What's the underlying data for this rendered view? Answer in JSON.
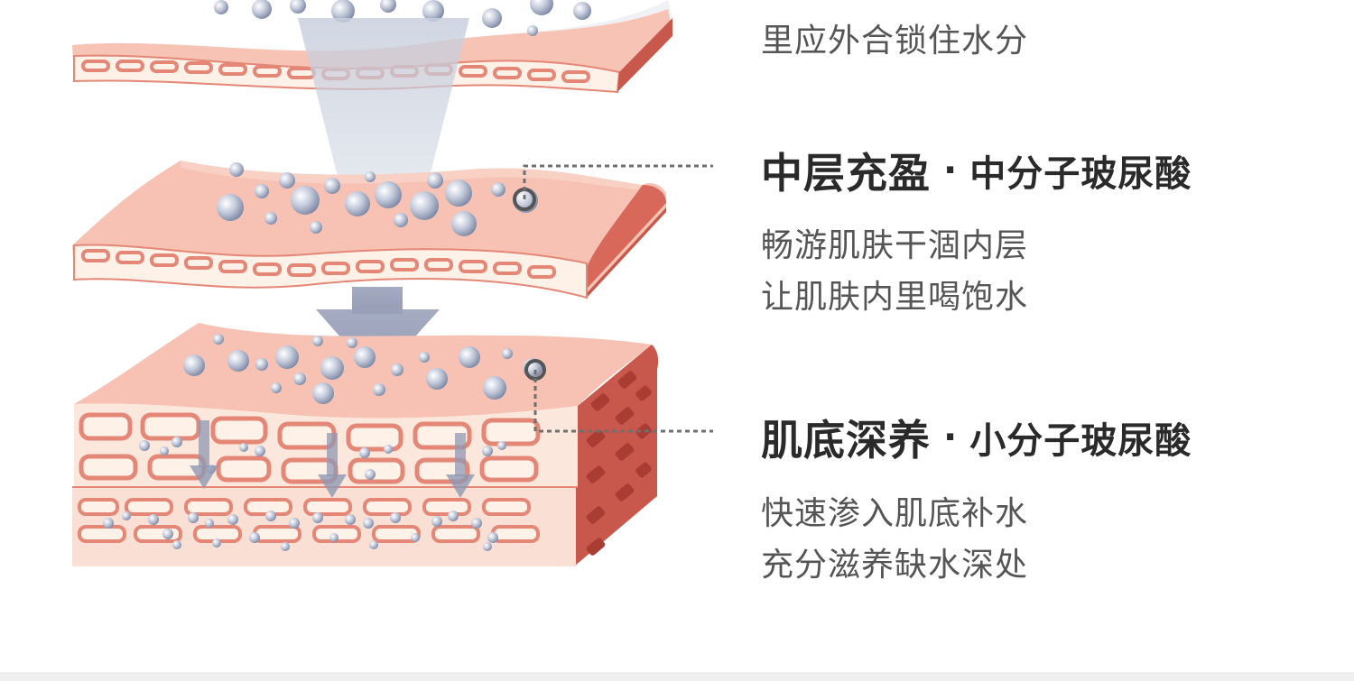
{
  "layers": [
    {
      "id": "top",
      "title_main": "",
      "title_sub": "",
      "desc": [
        "里应外合锁住水分"
      ]
    },
    {
      "id": "middle",
      "title_main": "中层充盈",
      "title_sep": "·",
      "title_sub": "中分子玻尿酸",
      "desc": [
        "畅游肌肤干涸内层",
        "让肌肤内里喝饱水"
      ]
    },
    {
      "id": "bottom",
      "title_main": "肌底深养",
      "title_sep": "·",
      "title_sub": "小分子玻尿酸",
      "desc": [
        "快速渗入肌底补水",
        "充分滋养缺水深处"
      ]
    }
  ],
  "colors": {
    "skin_pink": "#f3b5a6",
    "skin_dark": "#c8574c",
    "cell_cream": "#fdf0e6",
    "cell_outline": "#e48777",
    "droplet": "#b5bdd0",
    "leader_line": "#777777"
  },
  "icons": [
    "droplet-icon",
    "down-arrow-icon"
  ]
}
